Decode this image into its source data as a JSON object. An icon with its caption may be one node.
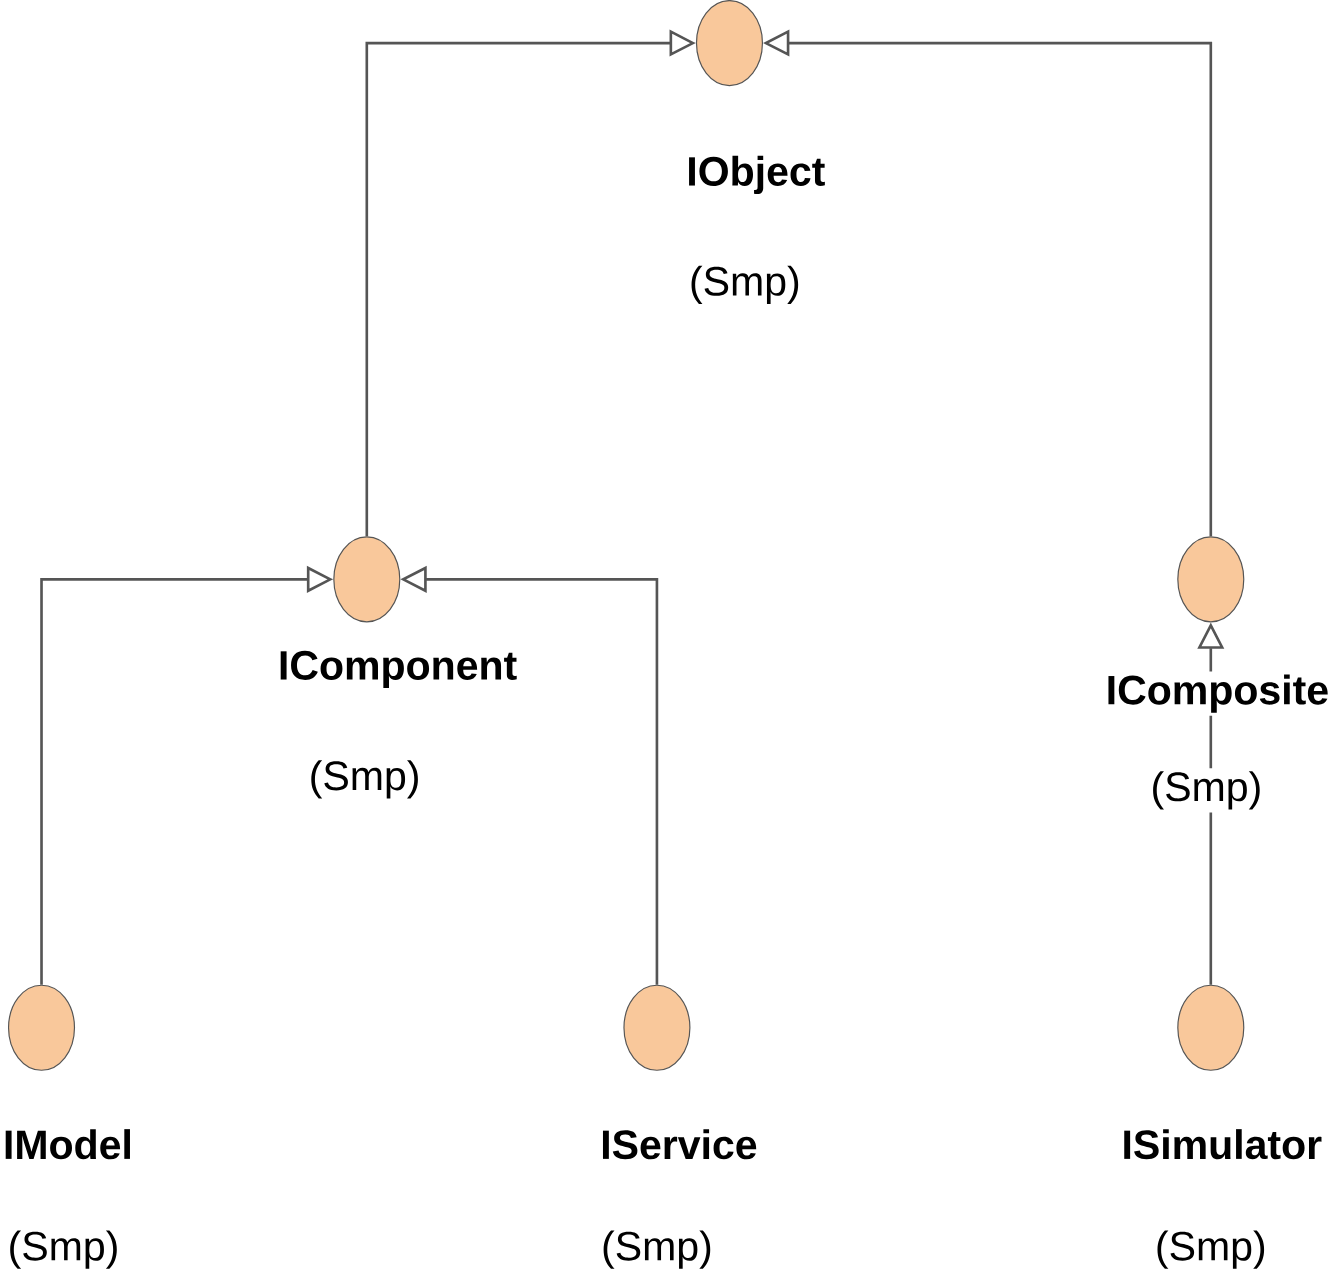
{
  "diagram": {
    "nodes": [
      {
        "text": [
          "**IObject**",
          "(Smp)"
        ]
      },
      {
        "text": [
          "**IComponent**",
          "(Smp)"
        ]
      },
      {
        "text": [
          "**IComposite**",
          "(Smp)"
        ]
      },
      {
        "text": [
          "**IModel**",
          "(Smp)"
        ]
      },
      {
        "text": [
          "**IService**",
          "(Smp)"
        ]
      },
      {
        "text": [
          "**ISimulator**",
          "(Smp)"
        ]
      }
    ],
    "edges": [
      {
        "from": 1,
        "to": 0,
        "arrow": "to"
      },
      {
        "from": 2,
        "to": 0,
        "arrow": "to"
      },
      {
        "from": 3,
        "to": 1,
        "arrow": "to"
      },
      {
        "from": 4,
        "to": 1,
        "arrow": "to"
      },
      {
        "from": 5,
        "to": 2,
        "arrow": "to"
      }
    ]
  }
}
